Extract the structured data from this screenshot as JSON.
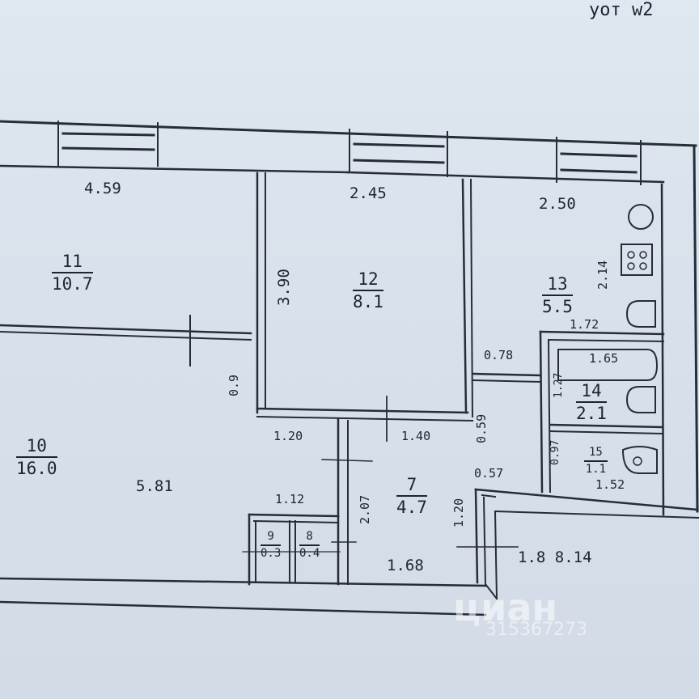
{
  "header_note": "уот w2",
  "dimensions": {
    "d_459": "4.59",
    "d_245": "2.45",
    "d_250": "2.50",
    "d_390": "3.90",
    "d_214": "2.14",
    "d_172": "1.72",
    "d_078": "0.78",
    "d_165": "1.65",
    "d_127": "1.27",
    "d_09": "0.9",
    "d_120": "1.20",
    "d_140": "1.40",
    "d_059": "0.59",
    "d_057": "0.57",
    "d_112": "1.12",
    "d_207": "2.07",
    "d_120b": "1.20",
    "d_168": "1.68",
    "d_581": "5.81",
    "d_097": "0.97",
    "d_152": "1.52",
    "d_1814": "1.8 8.14"
  },
  "rooms": [
    {
      "number": "11",
      "area": "10.7"
    },
    {
      "number": "12",
      "area": "8.1"
    },
    {
      "number": "13",
      "area": "5.5"
    },
    {
      "number": "14",
      "area": "2.1"
    },
    {
      "number": "15",
      "area": "1.1"
    },
    {
      "number": "10",
      "area": "16.0"
    },
    {
      "number": "7",
      "area": "4.7"
    },
    {
      "number": "9",
      "area": "0.3"
    },
    {
      "number": "8",
      "area": "0.4"
    }
  ],
  "watermark": {
    "brand": "циан",
    "id": "315367273"
  }
}
